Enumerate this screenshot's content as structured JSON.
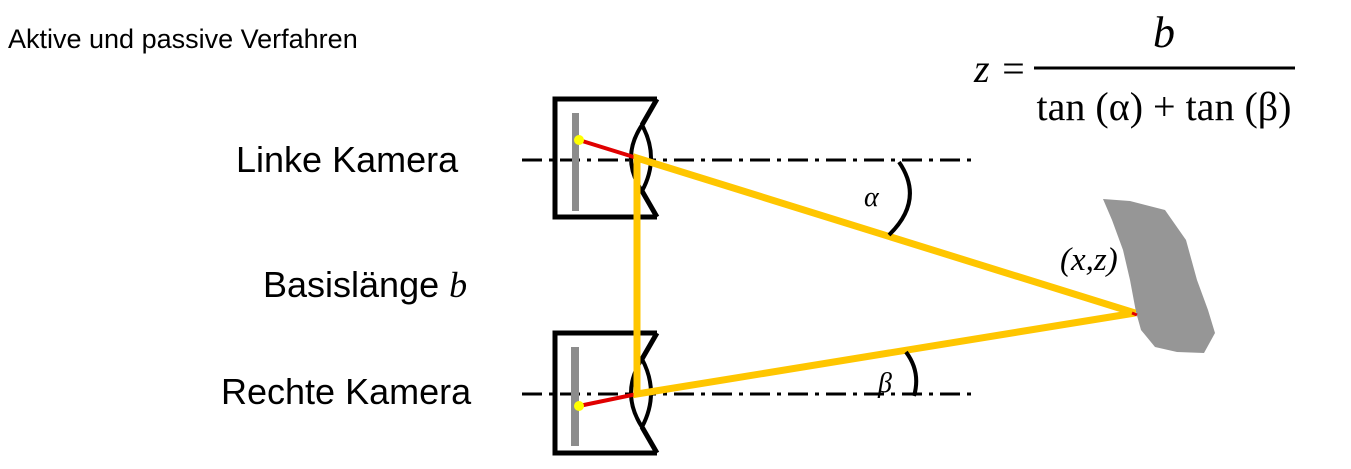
{
  "title": "Aktive und passive Verfahren",
  "labels": {
    "left_camera": "Linke Kamera",
    "baseline": "Basislänge",
    "baseline_var": "b",
    "right_camera": "Rechte Kamera",
    "angle_alpha": "α",
    "angle_beta": "β",
    "point": "(x,z)"
  },
  "formula": {
    "lhs": "z =",
    "numerator": "b",
    "denominator": "tan (α) + tan (β)"
  },
  "colors": {
    "ray": "#ffc600",
    "sensor_ray": "#e00000",
    "sensor_point": "#ffff00",
    "object": "#969696",
    "sensor": "#8c8c8c"
  }
}
